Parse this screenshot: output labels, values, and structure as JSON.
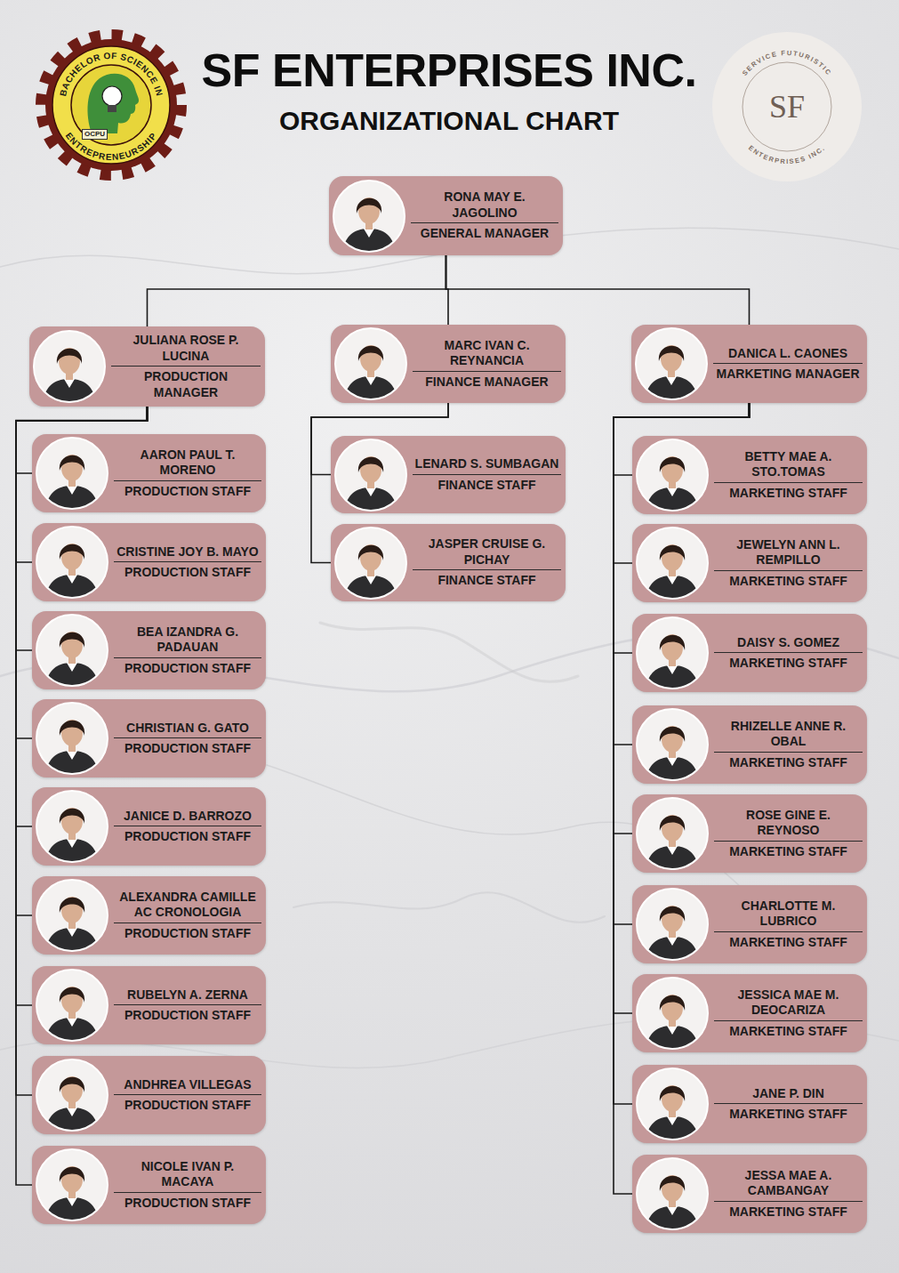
{
  "diagram": {
    "title": "SF ENTERPRISES INC.",
    "nodes": [
      {
        "text": [
          "RONA MAY E. JAGOLINO",
          "GENERAL MANAGER"
        ]
      },
      {
        "text": [
          "JULIANA ROSE P. LUCINA",
          "PRODUCTION MANAGER"
        ]
      },
      {
        "text": [
          "MARC IVAN C. REYNANCIA",
          "FINANCE MANAGER"
        ]
      },
      {
        "text": [
          "DANICA L. CAONES",
          "MARKETING MANAGER"
        ]
      },
      {
        "text": [
          "AARON PAUL T. MORENO",
          "PRODUCTION STAFF"
        ]
      },
      {
        "text": [
          "CRISTINE JOY B. MAYO",
          "PRODUCTION STAFF"
        ]
      },
      {
        "text": [
          "BEA IZANDRA G. PADAUAN",
          "PRODUCTION STAFF"
        ]
      },
      {
        "text": [
          "CHRISTIAN G. GATO",
          "PRODUCTION STAFF"
        ]
      },
      {
        "text": [
          "JANICE D. BARROZO",
          "PRODUCTION STAFF"
        ]
      },
      {
        "text": [
          "ALEXANDRA CAMILLE AC CRONOLOGIA",
          "PRODUCTION STAFF"
        ]
      },
      {
        "text": [
          "RUBELYN A. ZERNA",
          "PRODUCTION STAFF"
        ]
      },
      {
        "text": [
          "ANDHREA VILLEGAS",
          "PRODUCTION STAFF"
        ]
      },
      {
        "text": [
          "NICOLE IVAN P. MACAYA",
          "PRODUCTION STAFF"
        ]
      },
      {
        "text": [
          "LENARD S. SUMBAGAN",
          "FINANCE STAFF"
        ]
      },
      {
        "text": [
          "JASPER CRUISE G. PICHAY",
          "FINANCE STAFF"
        ]
      },
      {
        "text": [
          "BETTY MAE A. STO.TOMAS",
          "MARKETING STAFF"
        ]
      },
      {
        "text": [
          "JEWELYN ANN L. REMPILLO",
          "MARKETING STAFF"
        ]
      },
      {
        "text": [
          "DAISY S. GOMEZ",
          "MARKETING STAFF"
        ]
      },
      {
        "text": [
          "RHIZELLE ANNE R. OBAL",
          "MARKETING STAFF"
        ]
      },
      {
        "text": [
          "ROSE GINE E. REYNOSO",
          "MARKETING STAFF"
        ]
      },
      {
        "text": [
          "CHARLOTTE M. LUBRICO",
          "MARKETING STAFF"
        ]
      },
      {
        "text": [
          "JESSICA MAE M. DEOCARIZA",
          "MARKETING STAFF"
        ]
      },
      {
        "text": [
          "JANE P. DIN",
          "MARKETING STAFF"
        ]
      },
      {
        "text": [
          "JESSA MAE A. CAMBANGAY",
          "MARKETING STAFF"
        ]
      }
    ],
    "edges": [
      {
        "from": 0,
        "to": 1,
        "arrow": "none"
      },
      {
        "from": 0,
        "to": 2,
        "arrow": "none"
      },
      {
        "from": 0,
        "to": 3,
        "arrow": "none"
      },
      {
        "from": 1,
        "to": 4,
        "arrow": "none"
      },
      {
        "from": 1,
        "to": 5,
        "arrow": "none"
      },
      {
        "from": 1,
        "to": 6,
        "arrow": "none"
      },
      {
        "from": 1,
        "to": 7,
        "arrow": "none"
      },
      {
        "from": 1,
        "to": 8,
        "arrow": "none"
      },
      {
        "from": 1,
        "to": 9,
        "arrow": "none"
      },
      {
        "from": 1,
        "to": 10,
        "arrow": "none"
      },
      {
        "from": 1,
        "to": 11,
        "arrow": "none"
      },
      {
        "from": 1,
        "to": 12,
        "arrow": "none"
      },
      {
        "from": 2,
        "to": 13,
        "arrow": "none"
      },
      {
        "from": 2,
        "to": 14,
        "arrow": "none"
      },
      {
        "from": 3,
        "to": 15,
        "arrow": "none"
      },
      {
        "from": 3,
        "to": 16,
        "arrow": "none"
      },
      {
        "from": 3,
        "to": 17,
        "arrow": "none"
      },
      {
        "from": 3,
        "to": 18,
        "arrow": "none"
      },
      {
        "from": 3,
        "to": 19,
        "arrow": "none"
      },
      {
        "from": 3,
        "to": 20,
        "arrow": "none"
      },
      {
        "from": 3,
        "to": 21,
        "arrow": "none"
      },
      {
        "from": 3,
        "to": 22,
        "arrow": "none"
      },
      {
        "from": 3,
        "to": 23,
        "arrow": "none"
      }
    ],
    "labels": [
      "ORGANIZATIONAL CHART",
      "BACHELOR OF SCIENCE IN",
      "ENTREPRENEURSHIP",
      "OCPU",
      "SERVICE FUTURISTIC",
      "ENTERPRISES INC.",
      "SF"
    ]
  }
}
